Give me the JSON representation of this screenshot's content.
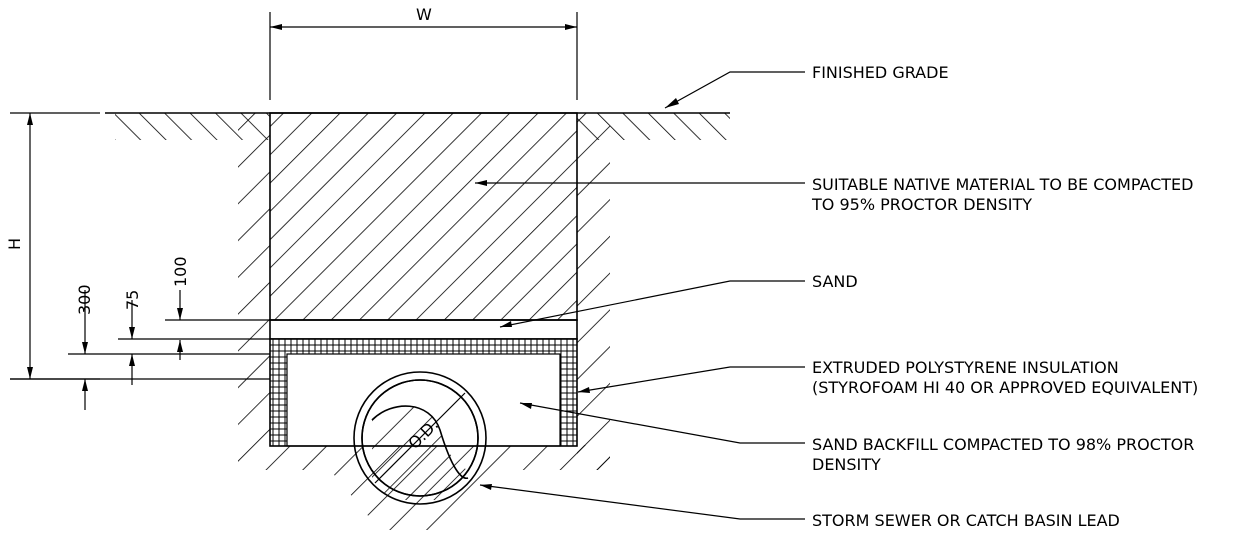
{
  "dimensions": {
    "width_label": "W",
    "height_label": "H",
    "dim_100": "100",
    "dim_75": "75",
    "dim_300": "300",
    "pipe_od": "O.D."
  },
  "callouts": {
    "finished_grade": "FINISHED GRADE",
    "native_line1": "SUITABLE NATIVE MATERIAL TO BE COMPACTED",
    "native_line2": "TO 95% PROCTOR DENSITY",
    "sand": "SAND",
    "insulation_line1": "EXTRUDED POLYSTYRENE INSULATION",
    "insulation_line2": "(STYROFOAM HI 40 OR APPROVED EQUIVALENT)",
    "backfill_line1": "SAND BACKFILL COMPACTED TO 98% PROCTOR",
    "backfill_line2": "DENSITY",
    "sewer": "STORM SEWER OR CATCH BASIN LEAD"
  }
}
